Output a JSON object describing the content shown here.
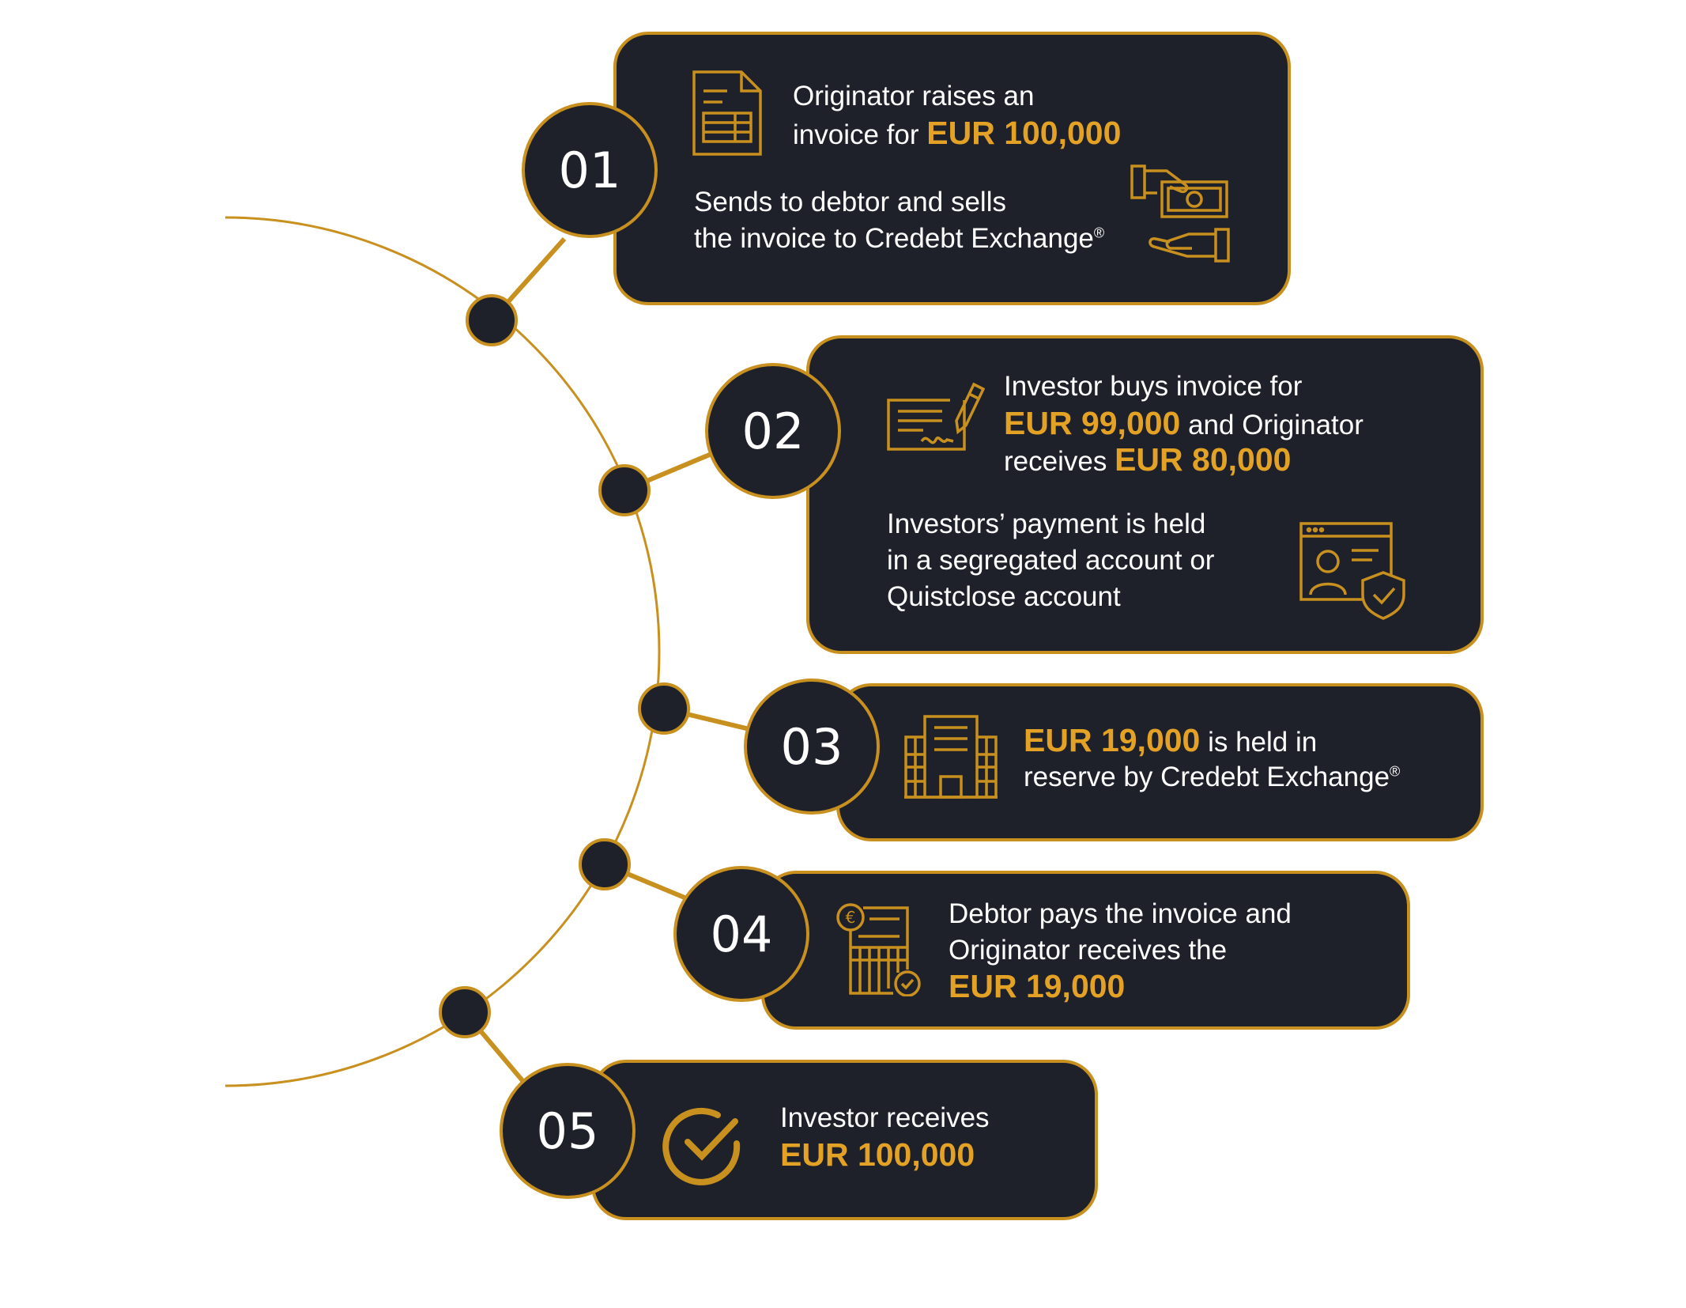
{
  "colors": {
    "card_bg": "#1e212a",
    "accent": "#c8901e",
    "highlight": "#e3a126",
    "text": "#ffffff"
  },
  "steps": [
    {
      "number": "01",
      "line1": "Originator raises an",
      "line2_pre": "invoice for ",
      "line2_amount": "EUR 100,000",
      "line3": "Sends to debtor and sells",
      "line4_pre": "the invoice to Credebt Exchange",
      "reg": "®",
      "icons": [
        "invoice-document-icon",
        "hand-paying-cash-icon"
      ]
    },
    {
      "number": "02",
      "line1": "Investor buys invoice for",
      "line2_amount": "EUR 99,000",
      "line2_post": " and Originator",
      "line3_pre": "receives ",
      "line3_amount": "EUR 80,000",
      "line4": "Investors’ payment is held",
      "line5": "in a segregated account or",
      "line6": "Quistclose account",
      "icons": [
        "signed-cheque-icon",
        "secure-account-icon"
      ]
    },
    {
      "number": "03",
      "line1_amount": "EUR 19,000",
      "line1_post": " is held in",
      "line2": "reserve by Credebt Exchange",
      "reg": "®",
      "icons": [
        "office-building-icon"
      ]
    },
    {
      "number": "04",
      "line1": "Debtor pays the invoice and",
      "line2": "Originator receives the",
      "line3_amount": "EUR 19,000",
      "icons": [
        "euro-invoice-paid-icon"
      ]
    },
    {
      "number": "05",
      "line1": "Investor receives",
      "line2_amount": "EUR 100,000",
      "icons": [
        "check-circle-icon"
      ]
    }
  ]
}
